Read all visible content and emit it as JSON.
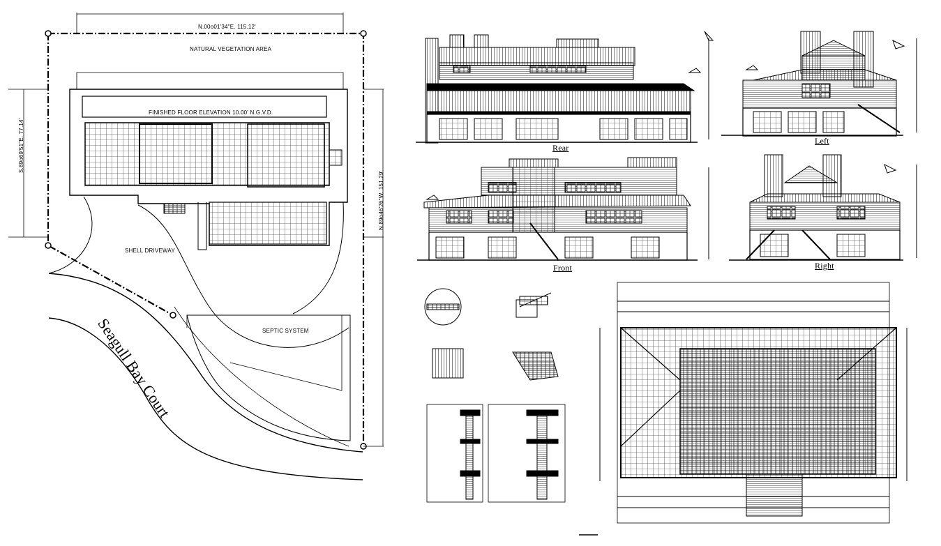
{
  "site_plan": {
    "bearing_top": "N.00o01'34\"E.  115.12'",
    "bearing_left": "S.89o69'51\"E.  77.14'",
    "bearing_right": "N.89o46'26\"W.  151.29'",
    "vegetation_label": "NATURAL VEGETATION AREA",
    "floor_elevation_label": "FINISHED FLOOR ELEVATION 10.00' N.G.V.D.",
    "driveway_label": "SHELL DRIVEWAY",
    "septic_label": "SEPTIC SYSTEM",
    "road_name": "Seagull Bay Court"
  },
  "elevations": {
    "rear": "Rear",
    "left": "Left",
    "front": "Front",
    "right": "Right"
  }
}
